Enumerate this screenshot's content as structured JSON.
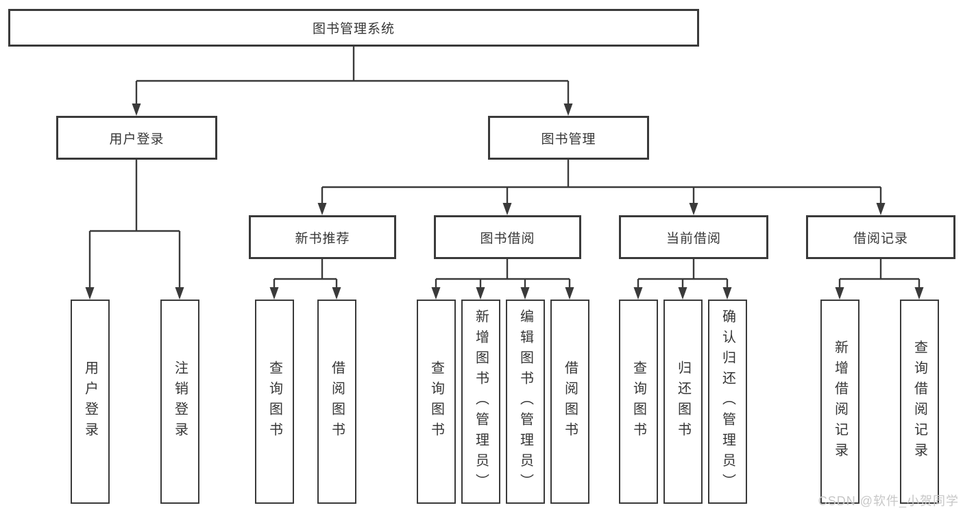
{
  "nodes": {
    "root": {
      "label": "图书管理系统"
    },
    "user_login": {
      "label": "用户登录"
    },
    "book_mgmt": {
      "label": "图书管理"
    },
    "new_book_rec": {
      "label": "新书推荐"
    },
    "book_borrow": {
      "label": "图书借阅"
    },
    "current_borrow": {
      "label": "当前借阅"
    },
    "borrow_records": {
      "label": "借阅记录"
    },
    "v_user_login": {
      "label": "用户登录"
    },
    "v_logout": {
      "label": "注销登录"
    },
    "v_query_book_rec": {
      "label": "查询图书"
    },
    "v_borrow_book_rec": {
      "label": "借阅图书"
    },
    "v_query_book_borrow": {
      "label": "查询图书"
    },
    "v_add_book": {
      "label": "新增图书（管理员）"
    },
    "v_edit_book": {
      "label": "编辑图书（管理员）"
    },
    "v_borrow_book": {
      "label": "借阅图书"
    },
    "v_query_book_current": {
      "label": "查询图书"
    },
    "v_return_book": {
      "label": "归还图书"
    },
    "v_confirm_return": {
      "label": "确认归还（管理员）"
    },
    "v_add_borrow_record": {
      "label": "新增借阅记录"
    },
    "v_query_borrow_record": {
      "label": "查询借阅记录"
    }
  },
  "watermark": {
    "text": "CSDN @软件_小贺同学"
  },
  "colors": {
    "line": "#3a3a3a",
    "text": "#363636",
    "box_bg": "#ffffff",
    "watermark": "#c7c7c7"
  }
}
